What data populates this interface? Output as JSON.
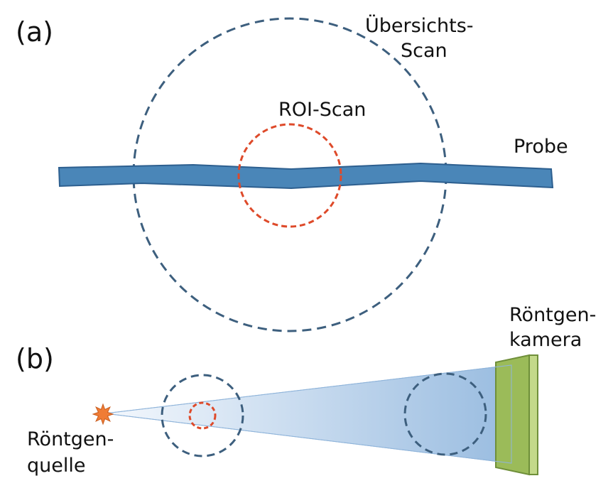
{
  "panel_a": {
    "label": "(a)",
    "overview_scan_label": [
      "Übersichts-",
      "Scan"
    ],
    "roi_scan_label": "ROI-Scan",
    "sample_label": "Probe"
  },
  "panel_b": {
    "label": "(b)",
    "camera_label": [
      "Röntgen-",
      "kamera"
    ],
    "source_label": [
      "Röntgen-",
      "quelle"
    ]
  },
  "colors": {
    "overview_circle": "#3d5f7e",
    "roi_circle": "#de4a2a",
    "sample_fill": "#4a86b8",
    "sample_stroke": "#2d5f8f",
    "beam_light": "#eef4fb",
    "beam_dark": "#9ebfe0",
    "camera_front": "#9bbb59",
    "camera_side": "#c3d98a",
    "source_star": "#f07c35"
  }
}
